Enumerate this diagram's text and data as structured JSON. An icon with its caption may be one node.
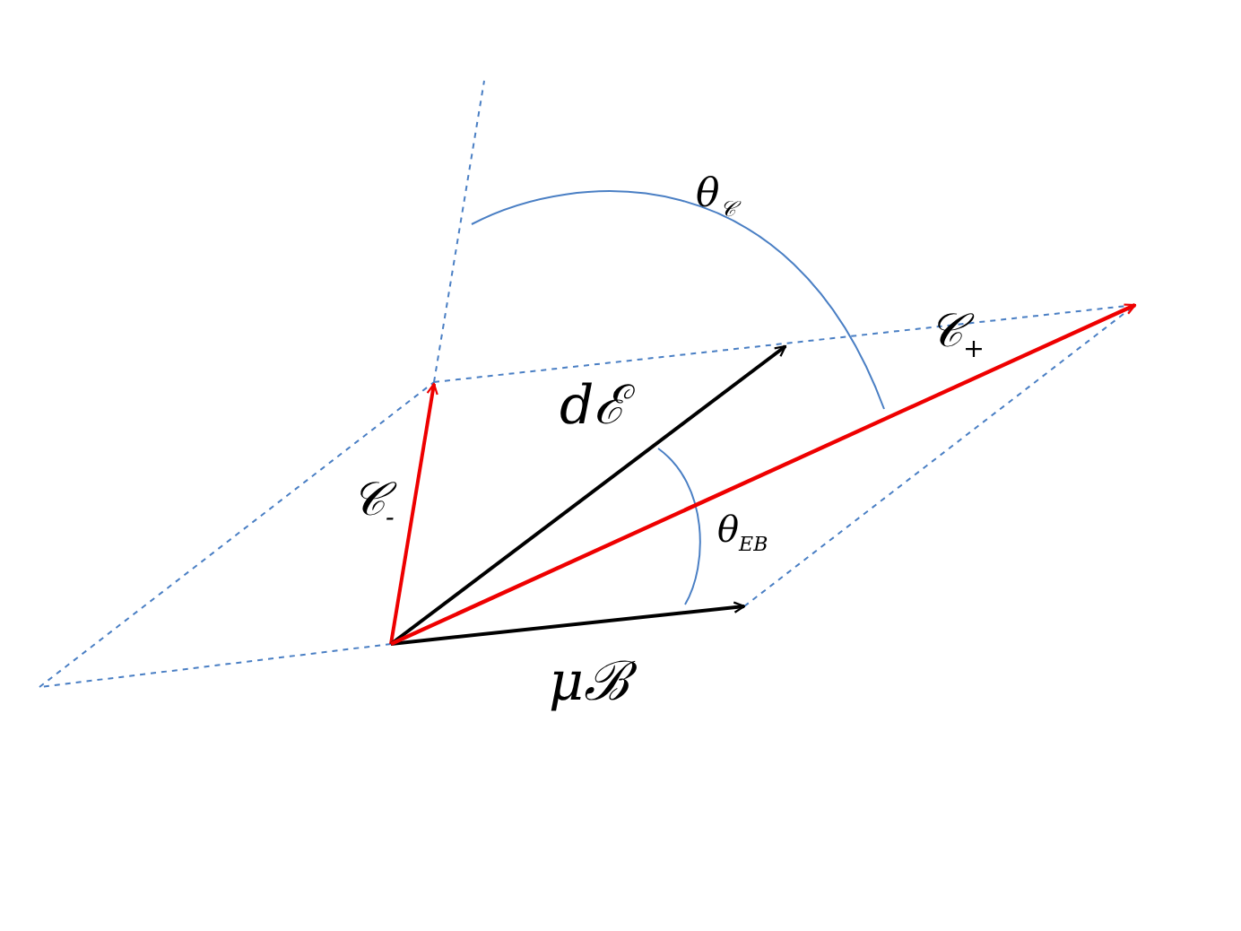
{
  "diagram": {
    "labels": [
      "θ$_{𝒞}$",
      "𝒞$_{+}$",
      "dℰ",
      "𝒞$_{-}$",
      "θ$_{EB}$",
      "μℬ"
    ]
  }
}
